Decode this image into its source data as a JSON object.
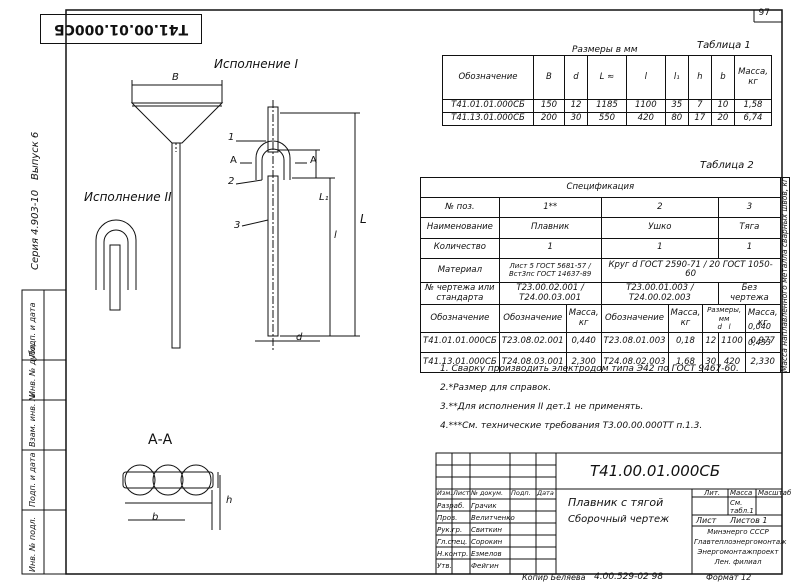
{
  "sheet_number": "97",
  "stamp_code": "Т41.00.01.000СБ",
  "side_texts": {
    "seria": "Серия 4.903-10",
    "vypusk": "Выпуск 6",
    "left_column": [
      "Инв. № подл.",
      "Подп. и дата",
      "Взам. инв. №",
      "Инв. № дубл.",
      "Подп. и дата"
    ]
  },
  "drawing": {
    "view1_title": "Исполнение I",
    "view2_title": "Исполнение II",
    "section_title": "А-А",
    "dim_B": "В",
    "dim_L": "L",
    "dim_L1": "L₁",
    "dim_l": "l",
    "dim_h": "h",
    "dim_d": "d",
    "dim_b": "b",
    "section_mark": "А",
    "callouts": [
      "1",
      "2",
      "3"
    ]
  },
  "table1": {
    "title": "Таблица 1",
    "units_note": "Размеры в мм",
    "headers": [
      "Обозначение",
      "В",
      "d",
      "L ≈",
      "l",
      "l₁",
      "h",
      "b",
      "Масса, кг"
    ],
    "rows": [
      [
        "Т41.01.01.000СБ",
        "150",
        "12",
        "1185",
        "1100",
        "35",
        "7",
        "10",
        "1,58"
      ],
      [
        "Т41.13.01.000СБ",
        "200",
        "30",
        "550",
        "420",
        "80",
        "17",
        "20",
        "6,74"
      ]
    ]
  },
  "table2": {
    "title": "Таблица 2",
    "spec_title": "Спецификация",
    "row_labels": [
      "№ поз.",
      "Наименование",
      "Количество",
      "Материал",
      "№ чертежа или стандарта",
      "Обозначение"
    ],
    "pos": [
      "1**",
      "2",
      "3"
    ],
    "names": [
      "Плавник",
      "Ушко",
      "Тяга"
    ],
    "qty": [
      "1",
      "1",
      "1"
    ],
    "material1": "Лист 5 ГОСТ 5681-57 / Вст3пс ГОСТ 14637-89",
    "material2": "Круг d ГОСТ 2590-71 / 20 ГОСТ 1050-60",
    "drawing_nums1": "Т23.00.02.001 / Т24.00.03.001",
    "drawing_nums2": "Т23.00.01.003 / Т24.00.02.003",
    "no_drawing": "Без чертежа",
    "side_header": "Масса наплавленного металла сварных швов, кг",
    "sub_headers": [
      "Обозначение",
      "Масса, кг",
      "Обозначение",
      "Масса, кг",
      "Размеры, мм",
      "d",
      "l",
      "Масса, кг"
    ],
    "rows": [
      [
        "Т41.01.01.000СБ",
        "Т23.08.02.001",
        "0,440",
        "Т23.08.01.003",
        "0,18",
        "12",
        "1100",
        "0,977",
        "0,040"
      ],
      [
        "Т41.13.01.000СБ",
        "Т24.08.03.001",
        "2,300",
        "Т24.08.02.003",
        "1,68",
        "30",
        "420",
        "2,330",
        "0,433"
      ]
    ]
  },
  "notes": [
    "1. Сварку производить электродом типа Э42 по ГОСТ 9467-60.",
    "2.*Размер для справок.",
    "3.**Для исполнения II дет.1 не применять.",
    "4.***См. технические требования Т3.00.00.000ТТ п.1.3."
  ],
  "title_block": {
    "code": "Т41.00.01.000СБ",
    "name1": "Плавник с тягой",
    "name2": "Сборочный чертеж",
    "col_lit": "Лит.",
    "col_mass": "Масса",
    "col_scale": "Масштаб",
    "mass_value": "См. табл.1",
    "sheet": "Лист",
    "sheets": "Листов 1",
    "org": [
      "Минэнерго СССР",
      "Главтеплоэнергомонтаж",
      "Энергомонтажпроект",
      "Лен. филиал"
    ],
    "head_row": [
      "Изм.",
      "Лист",
      "№ докум.",
      "Подп.",
      "Дата"
    ],
    "roles": [
      "Разраб.",
      "Пров.",
      "Рук.гр.",
      "Гл.спец.",
      "Н.контр.",
      "Утв."
    ],
    "people": [
      "Грачик",
      "Велитченко",
      "Свиткин",
      "Сорокин",
      "Езмелов",
      "Фейгин"
    ]
  },
  "footer": {
    "copied": "Копир Беляева",
    "code": "4.00.529-02  98",
    "format": "Формат 12"
  }
}
